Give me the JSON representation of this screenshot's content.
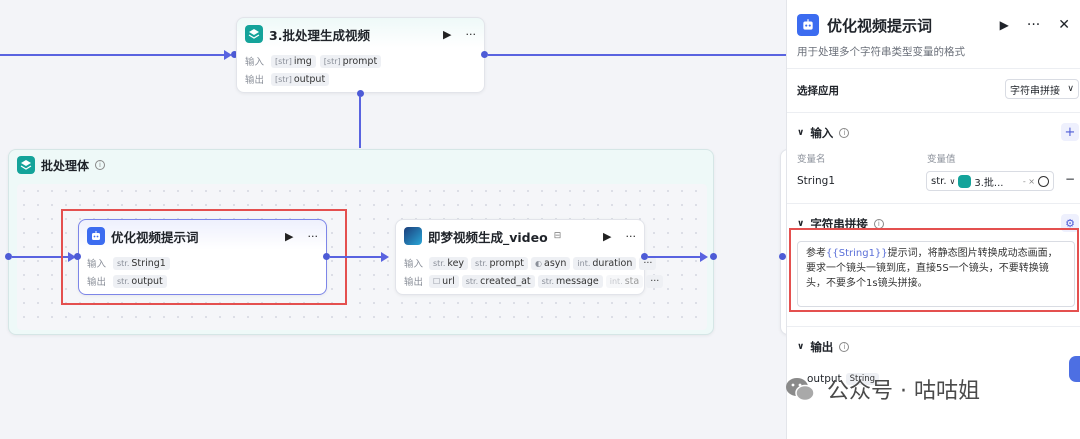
{
  "top_node": {
    "title": "3.批处理生成视频",
    "input_label": "输入",
    "output_label": "输出",
    "inputs": [
      "img",
      "prompt"
    ],
    "outputs": [
      "output"
    ],
    "tag_type": "[str]"
  },
  "batch_group": {
    "title": "批处理体"
  },
  "optimize_node": {
    "title": "优化视频提示词",
    "input_label": "输入",
    "output_label": "输出",
    "input_type": "str.",
    "input_name": "String1",
    "output_type": "str.",
    "output_name": "output"
  },
  "video_node": {
    "title": "即梦视频生成_video",
    "input_label": "输入",
    "output_label": "输出",
    "inputs": [
      {
        "t": "str.",
        "n": "key"
      },
      {
        "t": "str.",
        "n": "prompt"
      },
      {
        "t": "◐",
        "n": "asyn"
      },
      {
        "t": "int.",
        "n": "duration"
      }
    ],
    "outputs": [
      {
        "t": "☐",
        "n": "url"
      },
      {
        "t": "str.",
        "n": "created_at"
      },
      {
        "t": "str.",
        "n": "message"
      },
      {
        "t": "int.",
        "n": "sta"
      }
    ],
    "more": "···"
  },
  "panel": {
    "title": "优化视频提示词",
    "description": "用于处理多个字符串类型变量的格式",
    "select_app_label": "选择应用",
    "select_app_value": "字符串拼接",
    "input_section": "输入",
    "var_name_header": "变量名",
    "var_value_header": "变量值",
    "var_name": "String1",
    "var_type": "str.",
    "var_ref": "3.批...",
    "var_ref_suffix": "- ×",
    "concat_section": "字符串拼接",
    "concat_prefix": "参考",
    "concat_var": "{{String1}}",
    "concat_text": "提示词，将静态图片转换成动态画面，要求一个镜头一镜到底，直接5S一个镜头，不要转换镜头，不要多个1s镜头拼接。",
    "output_section": "输出",
    "output_name": "output",
    "output_type": "String"
  },
  "watermark": {
    "text": "公众号 · 咕咕姐"
  },
  "symbols": {
    "play": "▶",
    "more": "···",
    "close": "✕",
    "plus": "+",
    "minus": "−",
    "chevron": "∨"
  }
}
